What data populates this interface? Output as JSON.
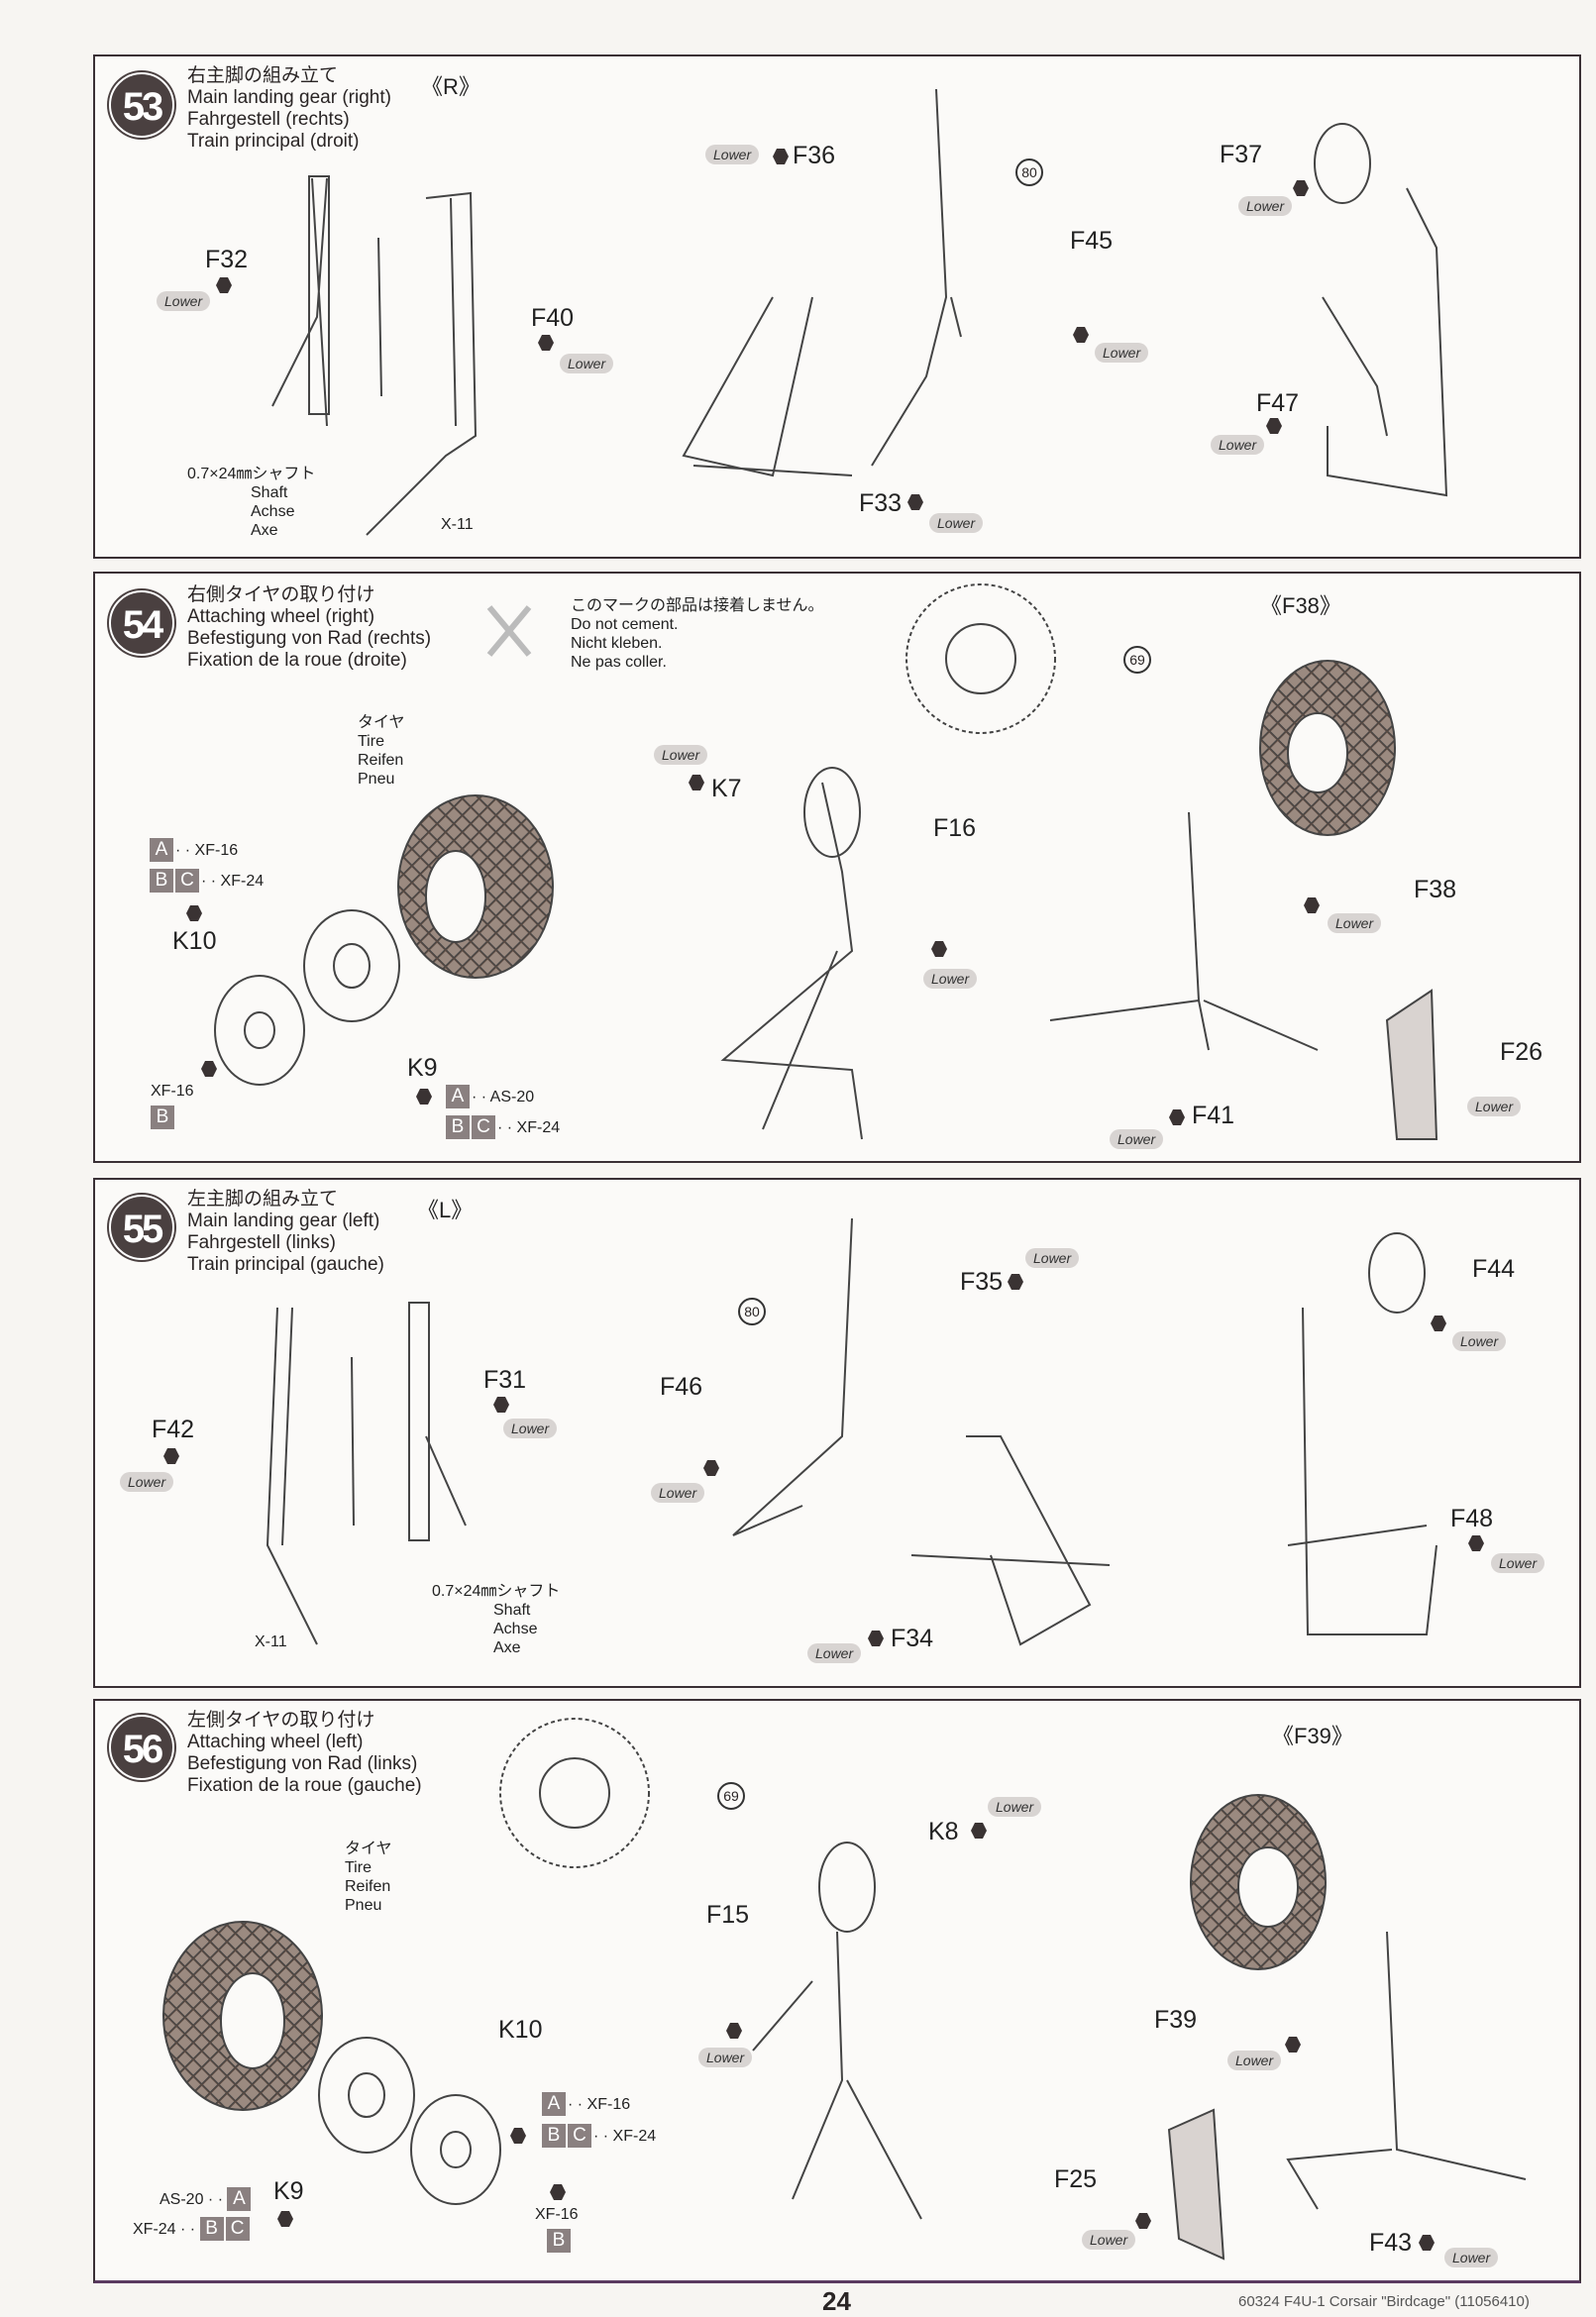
{
  "steps": [
    {
      "number": "53",
      "title": [
        "右主脚の組み立て",
        "Main landing gear (right)",
        "Fahrgestell (rechts)",
        "Train principal (droit)"
      ],
      "side": "《R》",
      "parts": {
        "f32": "F32",
        "f40": "F40",
        "f36": "F36",
        "f45": "F45",
        "f33": "F33",
        "f37": "F37",
        "f47": "F47",
        "x11": "X-11",
        "p80": "80"
      },
      "shaft": [
        "0.7×24㎜シャフト",
        "Shaft",
        "Achse",
        "Axe"
      ]
    },
    {
      "number": "54",
      "title": [
        "右側タイヤの取り付け",
        "Attaching wheel (right)",
        "Befestigung von Rad (rechts)",
        "Fixation de la roue (droite)"
      ],
      "no_cement": [
        "このマークの部品は接着しません。",
        "Do not cement.",
        "Nicht kleben.",
        "Ne pas coller."
      ],
      "side": "《F38》",
      "tire": [
        "タイヤ",
        "Tire",
        "Reifen",
        "Pneu"
      ],
      "parts": {
        "k10": "K10",
        "k9": "K9",
        "k7": "K7",
        "f16": "F16",
        "f38": "F38",
        "f26": "F26",
        "f41": "F41",
        "p69": "69"
      },
      "paints": {
        "a": "A",
        "b": "B",
        "c": "C",
        "xf16": "· · XF-16",
        "xf24": "· · XF-24",
        "as20": "· · AS-20",
        "xf16b": "XF-16"
      }
    },
    {
      "number": "55",
      "title": [
        "左主脚の組み立て",
        "Main landing gear (left)",
        "Fahrgestell (links)",
        "Train principal (gauche)"
      ],
      "side": "《L》",
      "parts": {
        "f42": "F42",
        "f31": "F31",
        "f35": "F35",
        "f46": "F46",
        "f34": "F34",
        "f44": "F44",
        "f48": "F48",
        "x11": "X-11",
        "p80": "80"
      },
      "shaft": [
        "0.7×24㎜シャフト",
        "Shaft",
        "Achse",
        "Axe"
      ]
    },
    {
      "number": "56",
      "title": [
        "左側タイヤの取り付け",
        "Attaching wheel (left)",
        "Befestigung von Rad (links)",
        "Fixation de la roue (gauche)"
      ],
      "side": "《F39》",
      "tire": [
        "タイヤ",
        "Tire",
        "Reifen",
        "Pneu"
      ],
      "parts": {
        "k10": "K10",
        "k9": "K9",
        "k8": "K8",
        "f15": "F15",
        "f39": "F39",
        "f25": "F25",
        "f43": "F43",
        "p69": "69"
      },
      "paints": {
        "a": "A",
        "b": "B",
        "c": "C",
        "xf16": "· · XF-16",
        "xf24": "· · XF-24",
        "as20": "AS-20 · ·",
        "xf24l": "XF-24 · ·",
        "xf16b": "XF-16"
      }
    }
  ],
  "lower": "Lower",
  "footer": {
    "page": "24",
    "code": "60324 F4U-1 Corsair \"Birdcage\" (11056410)"
  }
}
